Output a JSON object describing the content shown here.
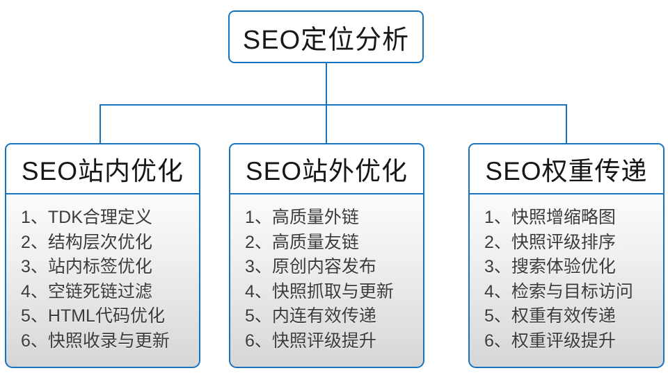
{
  "diagram": {
    "root": {
      "label": "SEO定位分析"
    },
    "columns": [
      {
        "title": "SEO站内优化",
        "items": [
          "1、TDK合理定义",
          "2、结构层次优化",
          "3、站内标签优化",
          "4、空链死链过滤",
          "5、HTML代码优化",
          "6、快照收录与更新"
        ]
      },
      {
        "title": "SEO站外优化",
        "items": [
          "1、高质量外链",
          "2、高质量友链",
          "3、原创内容发布",
          "4、快照抓取与更新",
          "5、内连有效传递",
          "6、快照评级提升"
        ]
      },
      {
        "title": "SEO权重传递",
        "items": [
          "1、快照增缩略图",
          "2、快照评级排序",
          "3、搜索体验优化",
          "4、检索与目标访问",
          "5、权重有效传递",
          "6、权重评级提升"
        ]
      }
    ]
  },
  "colors": {
    "line_blue": "#1773be",
    "header_text": "#161616",
    "item_text": "#3b3b3b",
    "list_gradient_top": "#fbfbfb",
    "list_gradient_bottom": "#d6d6d6",
    "background": "#ffffff"
  }
}
